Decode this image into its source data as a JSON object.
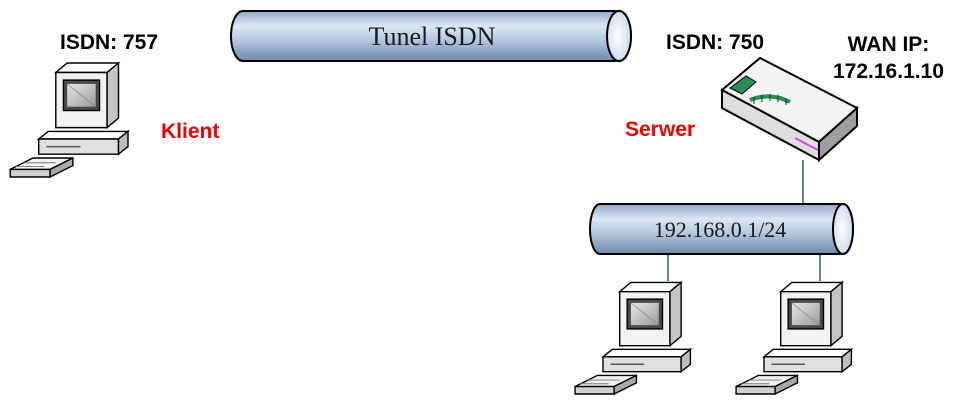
{
  "diagram": {
    "tunnel_label": "Tunel ISDN",
    "lan_label": "192.168.0.1/24",
    "client": {
      "isdn_label": "ISDN: 757",
      "role_label": "Klient"
    },
    "server": {
      "isdn_label": "ISDN: 750",
      "role_label": "Serwer",
      "wan_title": "WAN IP:",
      "wan_ip": "172.16.1.10"
    }
  },
  "colors": {
    "tube_fill": "#b8cfe6",
    "tube_stroke": "#000000",
    "role_label": "#ee0000",
    "link_line": "#6a7fa8"
  },
  "icons": {
    "client_computer": "desktop-computer-icon",
    "lan_computer_1": "desktop-computer-icon",
    "lan_computer_2": "desktop-computer-icon",
    "router": "router-icon"
  }
}
